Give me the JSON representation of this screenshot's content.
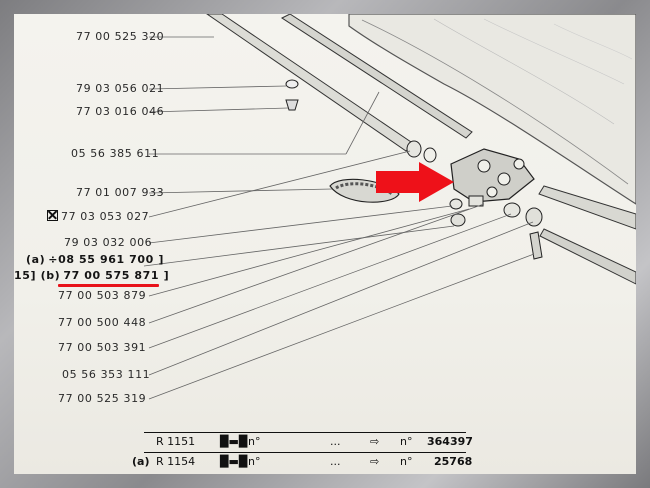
{
  "parts": [
    {
      "number": "77 00 525 320"
    },
    {
      "number": "79 03 056 021"
    },
    {
      "number": "77 03 016 046"
    },
    {
      "number": "05 56 385 611"
    },
    {
      "number": "77 01 007 933"
    },
    {
      "number": "77 03 053 027",
      "mark": "boxed-x-icon"
    },
    {
      "number": "79 03 032 006"
    },
    {
      "number": "08 55 961 700",
      "variant": "(a)",
      "prefix": "÷"
    },
    {
      "number": "77 00 575 871",
      "variant": "(b)",
      "group": "15]",
      "highlighted": true
    },
    {
      "number": "77 00 503 879"
    },
    {
      "number": "77 00 500 448"
    },
    {
      "number": "77 00 503 391"
    },
    {
      "number": "05 56 353 111"
    },
    {
      "number": "77 00 525 319"
    }
  ],
  "table": {
    "rows": [
      {
        "prefix": "",
        "model": "R 1151",
        "unit": "n°",
        "dots": "...",
        "n": "n°",
        "serial": "364397"
      },
      {
        "prefix": "(a)",
        "model": "R 1154",
        "unit": "n°",
        "dots": "...",
        "n": "n°",
        "serial": "25768"
      }
    ]
  },
  "colors": {
    "highlight": "#e8121a",
    "paper": "#f1f0ea"
  }
}
